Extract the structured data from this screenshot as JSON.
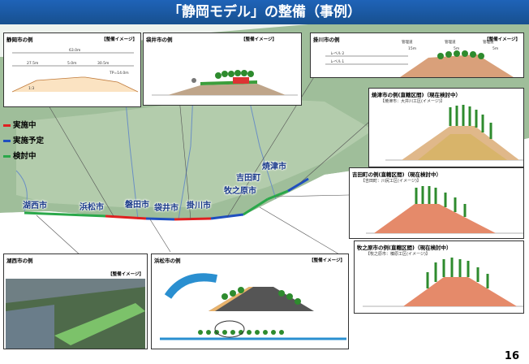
{
  "title": "「静岡モデル」の整備（事例）",
  "page_number": "16",
  "legend": [
    {
      "label": "実施中",
      "color": "#e02020"
    },
    {
      "label": "実施予定",
      "color": "#1f4fbf"
    },
    {
      "label": "検討中",
      "color": "#2aa84a"
    }
  ],
  "cities": {
    "kosai": "湖西市",
    "hamamatsu": "浜松市",
    "iwata": "磐田市",
    "fukuroi": "袋井市",
    "kakegawa": "掛川市",
    "makinohara": "牧之原市",
    "yoshida": "吉田町",
    "yaizu": "焼津市"
  },
  "panels": {
    "shizuoka": {
      "title": "静岡市の例",
      "image_label": "【整備イメージ】",
      "dims": [
        "63.0m",
        "27.5m",
        "5.0m",
        "30.5m",
        "TP=14.0m",
        "1:3"
      ]
    },
    "fukuroi": {
      "title": "袋井市の例",
      "image_label": "【整備イメージ】"
    },
    "kakegawa": {
      "title": "掛川市の例",
      "image_label": "【整備イメージ】",
      "levels": [
        "レベル２",
        "レベル１"
      ],
      "paths": [
        "管理道",
        "管理道",
        "管理道"
      ],
      "widths": [
        "15m",
        "5m",
        "5m"
      ]
    },
    "yaizu": {
      "title": "焼津市の例(直轄区間)（現在検討中）",
      "subtitle": "【焼津市：大井川工区(イメージ)】"
    },
    "yoshida": {
      "title": "吉田町の例(直轄区間)（現在検討中）",
      "subtitle": "【吉田町：川尻工区(イメージ)】"
    },
    "makinohara": {
      "title": "牧之原市の例(直轄区間)（現在検討中）",
      "subtitle": "【牧之原市：榛原工区(イメージ)】"
    },
    "kosai": {
      "title": "湖西市の例",
      "image_label": "【整備イメージ】"
    },
    "hamamatsu": {
      "title": "浜松市の例",
      "image_label": "【整備イメージ】"
    }
  }
}
